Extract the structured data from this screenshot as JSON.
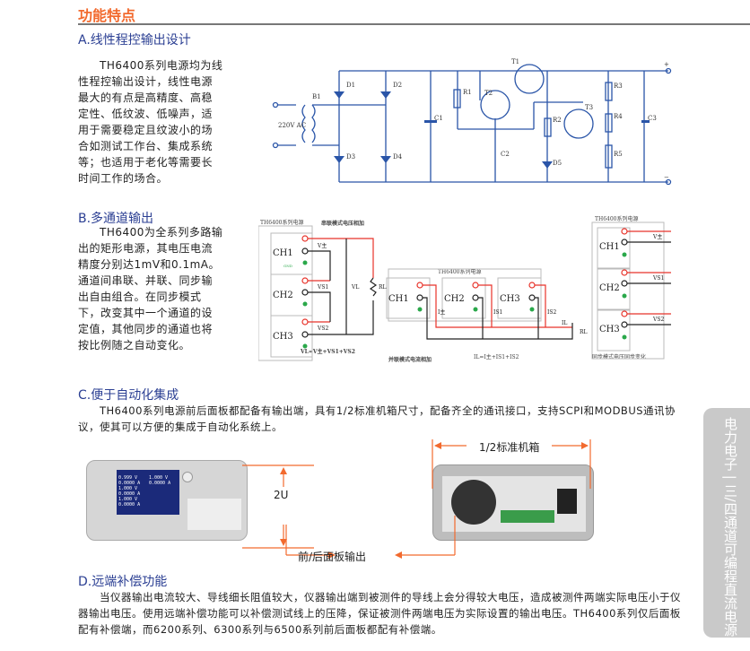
{
  "title": "功能特点",
  "sections": {
    "a": {
      "heading": "A.线性程控输出设计",
      "text": "TH6400系列电源均为线性程控输出设计，线性电源最大的有点是高精度、高稳定性、低纹波、低噪声，适用于需要稳定且纹波小的场合如测试工作台、集成系统等；也适用于老化等需要长时间工作的场合。",
      "circuit": {
        "labels": [
          "B1",
          "220V AC",
          "D1",
          "D2",
          "D3",
          "D4",
          "C1",
          "R1",
          "T2",
          "T1",
          "C2",
          "R2",
          "D5",
          "T3",
          "R3",
          "R4",
          "R5",
          "C3",
          "+",
          "−"
        ]
      }
    },
    "b": {
      "heading": "B.多通道输出",
      "text": "TH6400为全系列多路输出的矩形电源，其电压电流精度分别达1mV和0.1mA。通道间串联、并联、同步输出自由组合。在同步模式下，改变其中一个通道的设定值，其他同步的通道也将按比例随之自动变化。",
      "series": {
        "box_title": "TH6400系列电源",
        "title": "串联模式电压相加",
        "channels": [
          "CH1",
          "CH2",
          "CH3"
        ],
        "v_labels": [
          "V主",
          "VS1",
          "VS2"
        ],
        "vl": "VL",
        "rl": "RL",
        "formula": "VL=V主+VS1+VS2",
        "gnd": "GND"
      },
      "parallel": {
        "box_title": "TH6400系列电源",
        "title": "并联模式电流相加",
        "channels": [
          "CH1",
          "CH2",
          "CH3"
        ],
        "i_labels": [
          "I主",
          "IS1",
          "IS2"
        ],
        "il": "IL",
        "rl": "RL",
        "formula": "IL=I主+IS1+IS2"
      },
      "sync": {
        "box_title": "TH6400系列电源",
        "title": "同步模式电压同步变化",
        "channels": [
          "CH1",
          "CH2",
          "CH3"
        ],
        "v_labels": [
          "V主",
          "VS1",
          "VS2"
        ]
      }
    },
    "c": {
      "heading": "C.便于自动化集成",
      "text": "TH6400系列电源前后面板都配备有输出端，具有1/2标准机箱尺寸，配备齐全的通讯接口，支持SCPI和MODBUS通讯协议，使其可以方便的集成于自动化系统上。",
      "height_label": "2U",
      "width_label": "1/2标准机箱",
      "output_label": "前/后面板输出",
      "front_readings": [
        "0.999 V",
        "0.0000 A",
        "1.000 V",
        "0.0000 A",
        "1.000 V",
        "0.0000 A",
        "1.000 V",
        "0.0000 A"
      ]
    },
    "d": {
      "heading": "D.远端补偿功能",
      "text": "当仪器输出电流较大、导线细长阻值较大，仪器输出端到被测件的导线上会分得较大电压，造成被测件两端实际电压小于仪器输出电压。使用远端补偿功能可以补偿测试线上的压降，保证被测件两端电压为实际设置的输出电压。TH6400系列仅后面板配有补偿端，而6200系列、6300系列与6500系列前后面板都配有补偿端。"
    }
  },
  "side_tab": "电力电子 | 三/四通道可编程直流电源",
  "colors": {
    "accent": "#f26a2e",
    "heading": "#2b3f93",
    "circuit": "#2a55a8",
    "red": "#e8332a",
    "green": "#2aa84a"
  }
}
